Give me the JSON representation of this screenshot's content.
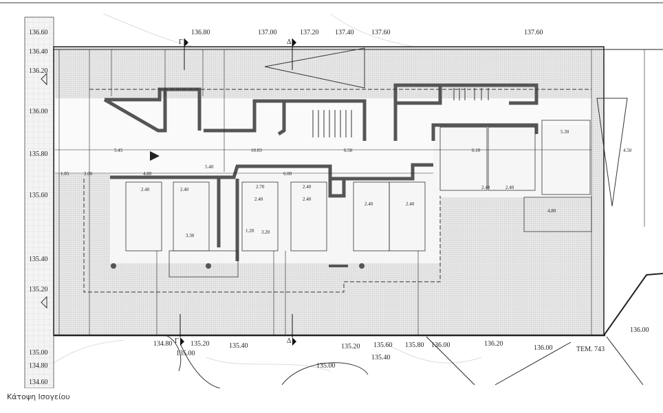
{
  "caption": "Κάτοψη Ισογείου",
  "plot_label": "ΤΕΜ. 743",
  "section_markers": [
    "Γ",
    "Δ",
    "Γ",
    "Δ"
  ],
  "elevations_top": [
    "136.60",
    "136.80",
    "137.00",
    "137.20",
    "137.40",
    "137.60",
    "137.60"
  ],
  "elevations_left": [
    "136.40",
    "136.20",
    "136.00",
    "135.80",
    "135.60",
    "135.40",
    "135.20",
    "135.00",
    "134.80",
    "134.60"
  ],
  "elevations_bottom": [
    "134.80",
    "135.20",
    "135.00",
    "135.40",
    "135.20",
    "135.60",
    "135.40",
    "135.80",
    "136.00",
    "136.20",
    "136.00",
    "135.00",
    "136.00"
  ],
  "dimensions": [
    "5.45",
    "4.80",
    "5.40",
    "2.40",
    "2.40",
    "2.70",
    "2.40",
    "2.40",
    "2.40",
    "6.10",
    "5.30",
    "4.80",
    "4.50",
    "10.03",
    "6.00",
    "6.50",
    "1.05",
    "2.00",
    "3.30",
    "3.20",
    "2.40",
    "2.40",
    "2.40",
    "2.40",
    "1.20"
  ],
  "colors": {
    "wall": "#555555",
    "hatch": "#e4e4e4",
    "line": "#222222"
  }
}
